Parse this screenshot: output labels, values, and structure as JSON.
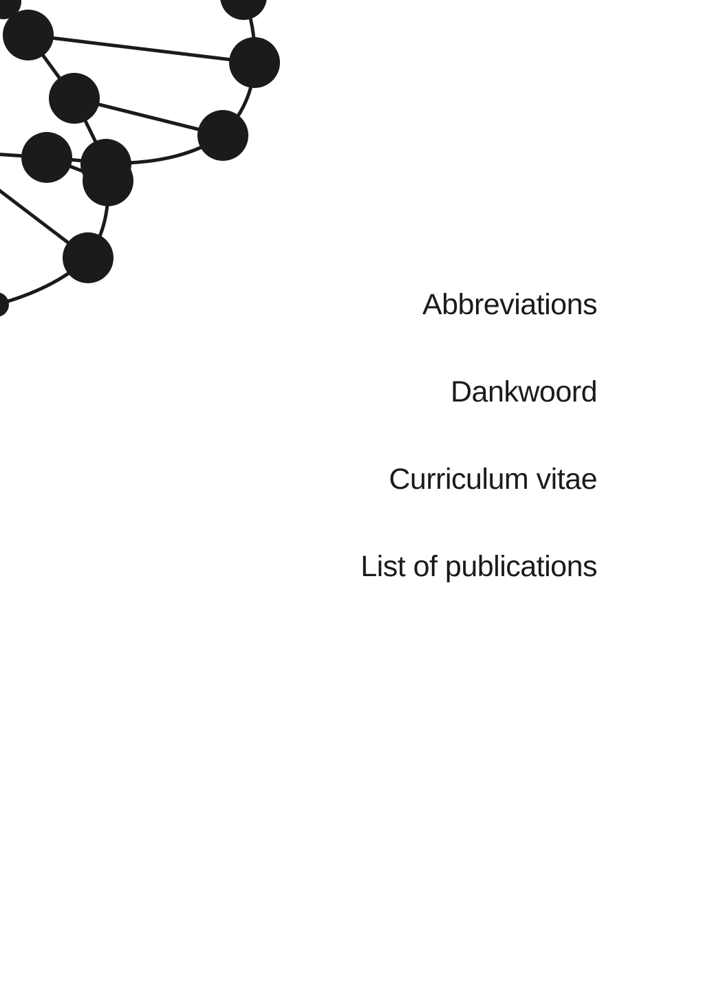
{
  "graphic": {
    "name": "molecule-network",
    "color": "#1c1a1b"
  },
  "sections": [
    {
      "label": "Abbreviations"
    },
    {
      "label": "Dankwoord"
    },
    {
      "label": "Curriculum vitae"
    },
    {
      "label": "List of publications"
    }
  ]
}
